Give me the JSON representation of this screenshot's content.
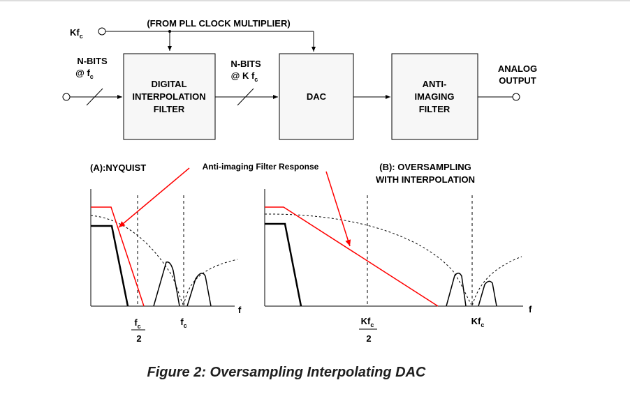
{
  "top_label": "(FROM PLL CLOCK MULTIPLIER)",
  "inputs": {
    "kfc": "Kf",
    "kfc_sub": "c",
    "nbits_in_line1": "N-BITS",
    "nbits_in_line2": "@ f",
    "nbits_in_sub": "c",
    "nbits_mid_line1": "N-BITS",
    "nbits_mid_line2": "@ K f",
    "nbits_mid_sub": "c"
  },
  "blocks": {
    "interp_line1": "DIGITAL",
    "interp_line2": "INTERPOLATION",
    "interp_line3": "FILTER",
    "dac": "DAC",
    "anti_line1": "ANTI-",
    "anti_line2": "IMAGING",
    "anti_line3": "FILTER"
  },
  "output": {
    "line1": "ANALOG",
    "line2": "OUTPUT"
  },
  "plots": {
    "a_title": "(A):NYQUIST",
    "annotation": "Anti-imaging Filter Response",
    "b_title_line1": "(B): OVERSAMPLING",
    "b_title_line2": "WITH INTERPOLATION",
    "axis_f_a": "f",
    "axis_f_b": "f",
    "a_tick1_num": "f",
    "a_tick1_sub": "c",
    "a_tick1_den": "2",
    "a_tick2": "f",
    "a_tick2_sub": "c",
    "b_tick1_num": "Kf",
    "b_tick1_sub": "c",
    "b_tick1_den": "2",
    "b_tick2": "Kf",
    "b_tick2_sub": "c"
  },
  "caption": "Figure 2: Oversampling Interpolating DAC"
}
